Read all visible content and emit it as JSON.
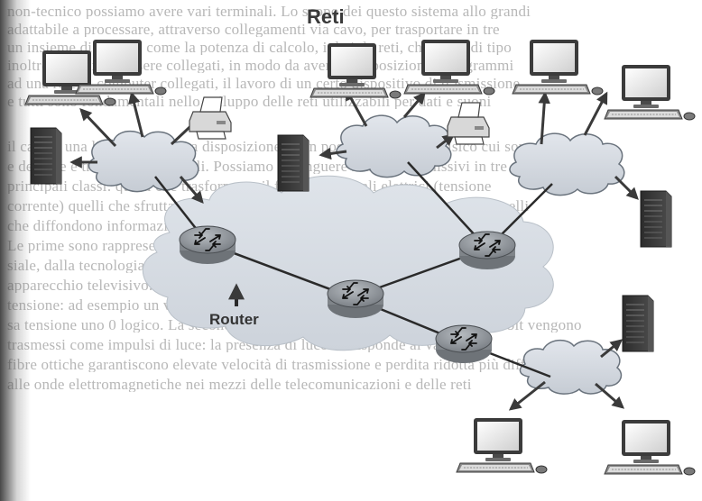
{
  "diagram": {
    "title": "Reti",
    "router_label": "Router"
  },
  "background_text": [
    "non-tecnico possiamo avere vari terminali. Lo scopo dei questo sistema allo grandi",
    "adattabile a processare, attraverso collegamenti via cavo, per trasportare in tre",
    "un insieme di risorse, come la potenza di calcolo, i dati, le reti, che siano di tipo",
    "inoltre è possibile essere collegati, in modo da avere a disposizione i programmi",
    "ad una rete di computer collegati, il lavoro di un certo dispositivo di trasmissione",
    "e tutti sono fondamentali nello sviluppo delle reti utilizzabili per dati e suoni",
    "il cavo è una linea che mette a disposizione di un possibile principio fisico cui sono rip-",
    "e definite e trasmessi in segnali. Possiamo distinguere i mezzi trasmissivi in tre",
    "principali classi: quelli che trasformano il flusso di segnali elettrici (tensione",
    "corrente) quelli che sfruttano i raggi luminosi per trasportare informazione e quelli",
    "che diffondono informazione a onde di tipo radio o luminoso.",
    "Le prime sono rappresentate dai tradizionali cavi di rame. Per il cavo coas",
    "siale, dalla tecnologia fino al suo utilizzo per la connessione dell'antenna al-",
    "apparecchio televisivo. In questi mezzi i bit vengono codificati come valori di",
    "tensione: ad esempio un valore di tensione alto significa un 1 logico, una bas-",
    "sa tensione uno 0 logico. La seconda classe è quella delle fibre ottiche. In cui i bit vengono",
    "trasmessi come impulsi di luce: la presenza di luce corrisponde al valore log",
    "fibre ottiche garantiscono elevate velocità di trasmissione e perdita ridotta più difficili",
    "alle onde elettromagnetiche nei mezzi delle telecomunicazioni e delle reti"
  ]
}
